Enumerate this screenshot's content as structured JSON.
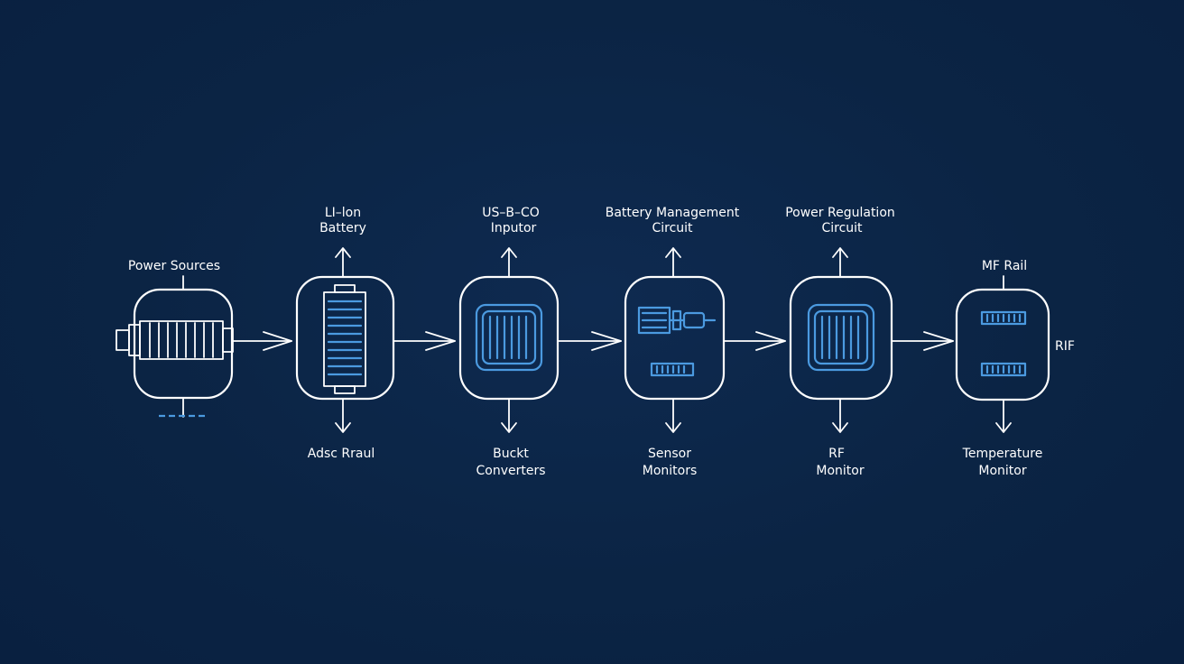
{
  "colors": {
    "background": "#0b2444",
    "line": "#ffffff",
    "accent": "#4b9ae0"
  },
  "nodes": {
    "power_sources": {
      "top_label": "Power Sources",
      "icon": "cylinder-cell-icon"
    },
    "li_ion": {
      "top_label_1": "LI–lon",
      "top_label_2": "Battery",
      "bottom_label_1": "Adsc Rraul",
      "icon": "battery-stack-icon"
    },
    "usb": {
      "top_label_1": "US–B–CO",
      "top_label_2": "Inputor",
      "bottom_label_1": "Buckt",
      "bottom_label_2": "Converters",
      "icon": "chip-grid-icon"
    },
    "bms": {
      "top_label_1": "Battery Management",
      "top_label_2": "Circuit",
      "bottom_label_1": "Sensor",
      "bottom_label_2": "Monitors",
      "icon": "connector-plug-icon"
    },
    "power_reg": {
      "top_label_1": "Power Regulation",
      "top_label_2": "Circuit",
      "bottom_label_1": "RF",
      "bottom_label_2": "Monitor",
      "icon": "chip-grid-icon"
    },
    "mf_rail": {
      "top_label": "MF Rail",
      "side_label": "RIF",
      "bottom_label_1": "Temperature",
      "bottom_label_2": "Monitor",
      "icon": "module-strip-icon"
    }
  }
}
